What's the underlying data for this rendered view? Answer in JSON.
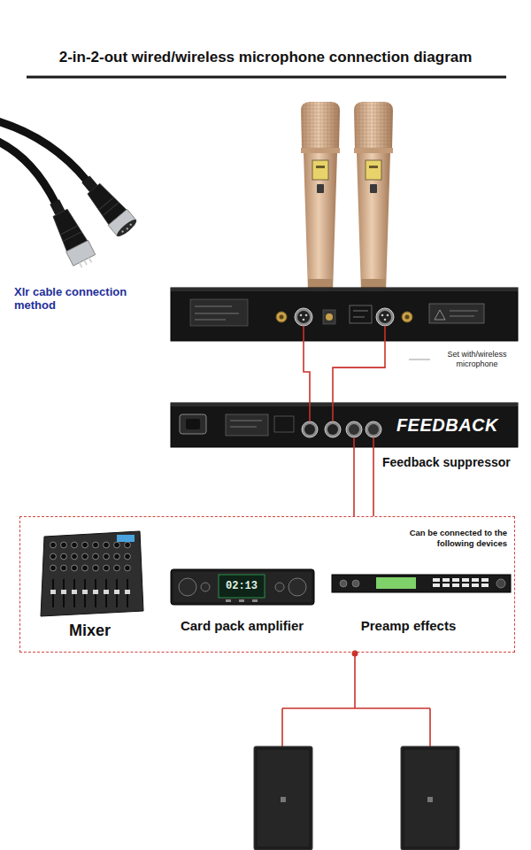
{
  "diagram": {
    "title": "2-in-2-out wired/wireless microphone connection diagram",
    "nodes": [
      {
        "text": [
          "Set with/wireless microphone"
        ]
      },
      {
        "text": [
          "FEEDBACK",
          "Feedback suppressor"
        ]
      },
      {
        "text": [
          "Can be connected to the following devices"
        ]
      },
      {
        "text": [
          "Mixer"
        ],
        "in": 2
      },
      {
        "text": [
          "Card pack amplifier"
        ],
        "in": 2
      },
      {
        "text": [
          "Preamp effects"
        ],
        "in": 2
      }
    ],
    "edges": [
      {
        "from": 0,
        "to": 1,
        "arrow": "none"
      },
      {
        "from": 0,
        "to": 1,
        "arrow": "none"
      },
      {
        "from": 1,
        "to": 2,
        "arrow": "none"
      },
      {
        "from": 1,
        "to": 2,
        "arrow": "none"
      }
    ],
    "labels": [
      "Xlr cable connection method",
      "02:13"
    ]
  }
}
